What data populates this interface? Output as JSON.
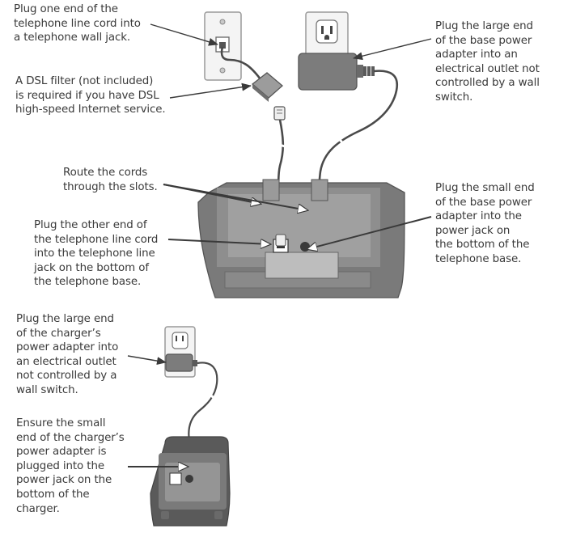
{
  "callouts": {
    "wall_jack": "Plug one end of the\ntelephone line cord into\na telephone wall jack.",
    "dsl_filter": "A DSL filter (not included)\nis required if you have DSL\nhigh-speed Internet service.",
    "route_cords": "Route the cords\nthrough the slots.",
    "line_jack": "Plug the other end of\nthe telephone line cord\ninto the telephone line\njack on the bottom of\nthe telephone base.",
    "base_adapter_outlet": "Plug the large end\nof the base power\nadapter into an\nelectrical outlet not\ncontrolled by a wall\nswitch.",
    "base_power_jack": "Plug the small end\nof the base power\nadapter into the\npower jack on\nthe bottom of the\ntelephone base.",
    "charger_outlet": "Plug the large end\nof the charger’s\npower adapter into\nan electrical outlet\nnot controlled by a\nwall switch.",
    "charger_power_jack": "Ensure the small\nend of the charger’s\npower adapter is\nplugged into the\npower jack on the\nbottom of the\ncharger."
  },
  "colors": {
    "text": "#3a3a3a",
    "device_dark": "#6e6e6e",
    "device_mid": "#8a8a8a",
    "device_light": "#a4a4a4",
    "cord": "#4a4a4a",
    "plate": "#f4f4f4"
  }
}
